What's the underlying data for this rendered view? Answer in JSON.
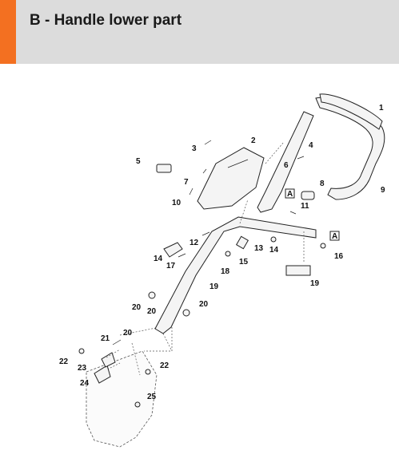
{
  "header": {
    "title": "B - Handle lower part",
    "accent_color": "#f37021",
    "background_color": "#dcdcdc"
  },
  "diagram": {
    "callouts": [
      "1",
      "2",
      "3",
      "4",
      "5",
      "6",
      "7",
      "8",
      "9",
      "10",
      "11",
      "12",
      "13",
      "14",
      "14",
      "15",
      "16",
      "17",
      "18",
      "19",
      "19",
      "20",
      "20",
      "20",
      "20",
      "21",
      "22",
      "22",
      "23",
      "24",
      "25"
    ],
    "boxed_labels": [
      "A",
      "A"
    ]
  }
}
